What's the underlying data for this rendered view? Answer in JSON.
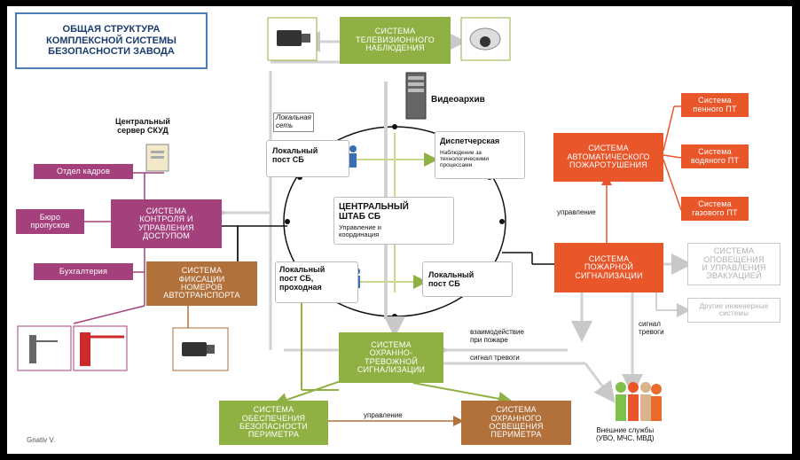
{
  "title": "ОБЩАЯ СТРУКТУРА\nКОМПЛЕКСНОЙ СИСТЕМЫ\nБЕЗОПАСНОСТИ ЗАВОДА",
  "author": "Gnativ V.",
  "boxes": {
    "cctv": "СИСТЕМА\nТЕЛЕВИЗИОННОГО\nНАБЛЮДЕНИЯ",
    "skud": "СИСТЕМА\nКОНТРОЛЯ И\nУПРАВЛЕНИЯ\nДОСТУПОМ",
    "plate": "СИСТЕМА\nФИКСАЦИИ\nНОМЕРОВ\nАВТОТРАНСПОРТА",
    "auto_fire": "СИСТЕМА\nАВТОМАТИЧЕСКОГО\nПОЖАРОТУШЕНИЯ",
    "fire_alarm": "СИСТЕМА\nПОЖАРНОЙ\nСИГНАЛИЗАЦИИ",
    "security_alarm": "СИСТЕМА\nОХРАННО-\nТРЕВОЖНОЙ\nСИГНАЛИЗАЦИИ",
    "perimeter": "СИСТЕМА\nОБЕСПЕЧЕНИЯ\nБЕЗОПАСНОСТИ\nПЕРИМЕТРА",
    "lighting": "СИСТЕМА\nОХРАННОГО\nОСВЕЩЕНИЯ\nПЕРИМЕТРА",
    "foam": "Система\nпенного ПТ",
    "water": "Система\nводяного ПТ",
    "gas": "Система\nгазового ПТ",
    "hr": "Отдел кадров",
    "passes": "Бюро\nпропусков",
    "accounting": "Бухгалтерия",
    "evac": "СИСТЕМА\nОПОВЕЩЕНИЯ\nИ УПРАВЛЕНИЯ\nЭВАКУАЦИЕЙ",
    "other": "Другие инженерные\nсистемы"
  },
  "posts": {
    "local_post": "Локальный\nпост СБ",
    "dispatch": "Диспетчерская",
    "dispatch_sub": "Наблюдение за\nтехнологическими\nпроцессами",
    "hq": "ЦЕНТРАЛЬНЫЙ\nШТАБ СБ",
    "hq_sub": "Управление и\nкоординация",
    "local_post_gate": "Локальный\nпост СБ,\nпроходная",
    "local_post_2": "Локальный\nпост СБ"
  },
  "labels": {
    "video_archive": "Видеоархив",
    "local_network": "Локальная\nсеть",
    "central_server": "Центральный\nсервер СКУД",
    "control": "управление",
    "interaction": "взаимодействие\nпри пожаре",
    "alarm_signal": "сигнал тревоги",
    "control_bottom": "управление",
    "alarm_signal_right": "сигнал\nтревоги",
    "external": "Внешние службы\n(УВО, МЧС, МВД)"
  }
}
